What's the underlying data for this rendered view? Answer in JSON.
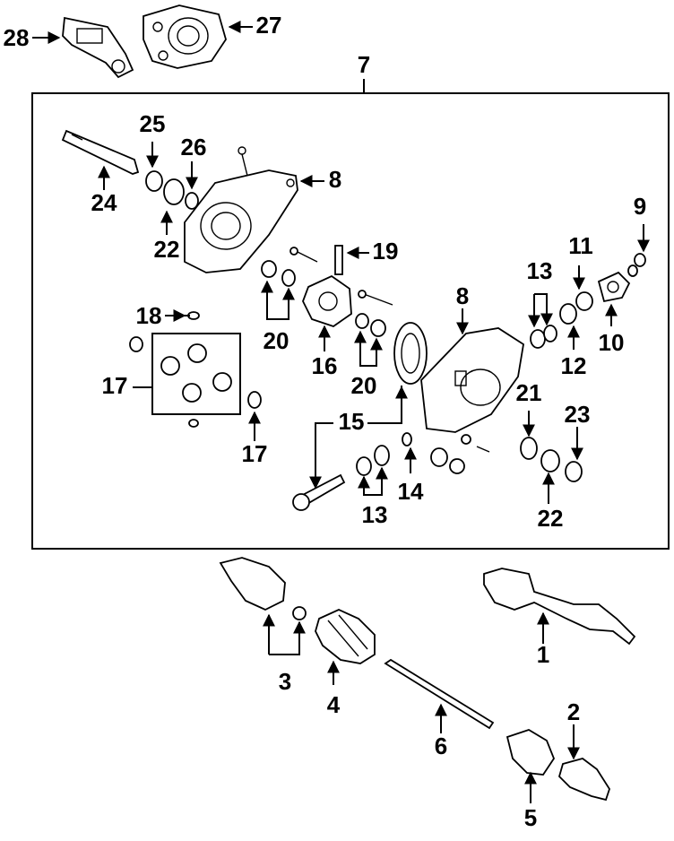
{
  "callouts": {
    "c1": "1",
    "c2": "2",
    "c3": "3",
    "c4": "4",
    "c5": "5",
    "c6": "6",
    "c7": "7",
    "c8a": "8",
    "c8b": "8",
    "c9": "9",
    "c10": "10",
    "c11": "11",
    "c12": "12",
    "c13a": "13",
    "c13b": "13",
    "c14": "14",
    "c15": "15",
    "c16": "16",
    "c17a": "17",
    "c17b": "17",
    "c18": "18",
    "c19": "19",
    "c20a": "20",
    "c20b": "20",
    "c21": "21",
    "c22a": "22",
    "c22b": "22",
    "c23": "23",
    "c24": "24",
    "c25": "25",
    "c26": "26",
    "c27": "27",
    "c28": "28"
  },
  "colors": {
    "ink": "#000000",
    "paper": "#ffffff"
  }
}
